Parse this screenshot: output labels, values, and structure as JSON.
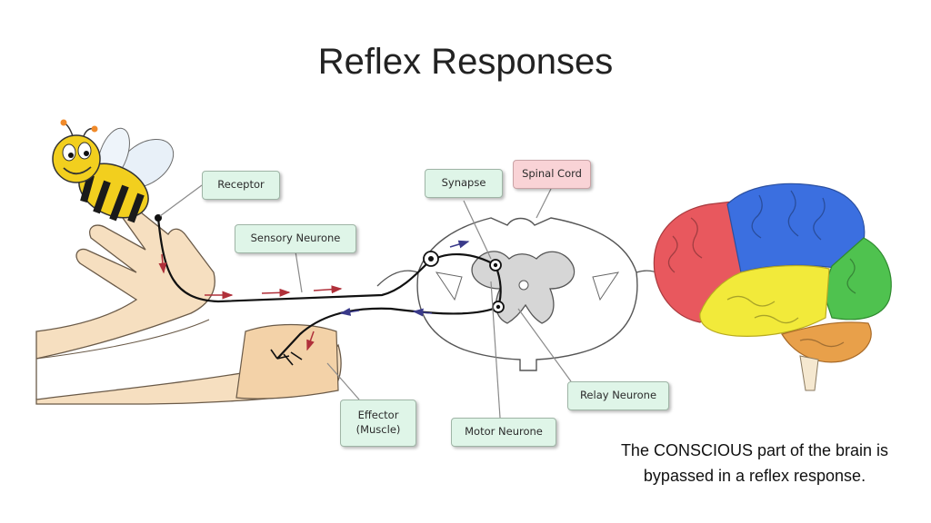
{
  "title": "Reflex Responses",
  "labels": {
    "receptor": "Receptor",
    "sensory_neurone": "Sensory Neurone",
    "synapse": "Synapse",
    "spinal_cord": "Spinal Cord",
    "relay_neurone": "Relay Neurone",
    "effector_line1": "Effector",
    "effector_line2": "(Muscle)",
    "motor_neurone": "Motor Neurone"
  },
  "note": {
    "line1": "The CONSCIOUS part of the brain is",
    "line2": "bypassed in a reflex response."
  },
  "icons": [
    "bee-icon",
    "arm-icon",
    "spinal-cord-cross-section-icon",
    "brain-icon"
  ],
  "colors": {
    "label_green": "#dff5e8",
    "label_pink": "#f9d3d6",
    "arrow_red": "#b0303a",
    "brain_red": "#e8585e",
    "brain_blue": "#3b6fe0",
    "brain_green": "#4fc24f",
    "brain_yellow": "#f2ea3a",
    "brain_orange": "#e8a04a",
    "skin": "#f6dfc0"
  }
}
